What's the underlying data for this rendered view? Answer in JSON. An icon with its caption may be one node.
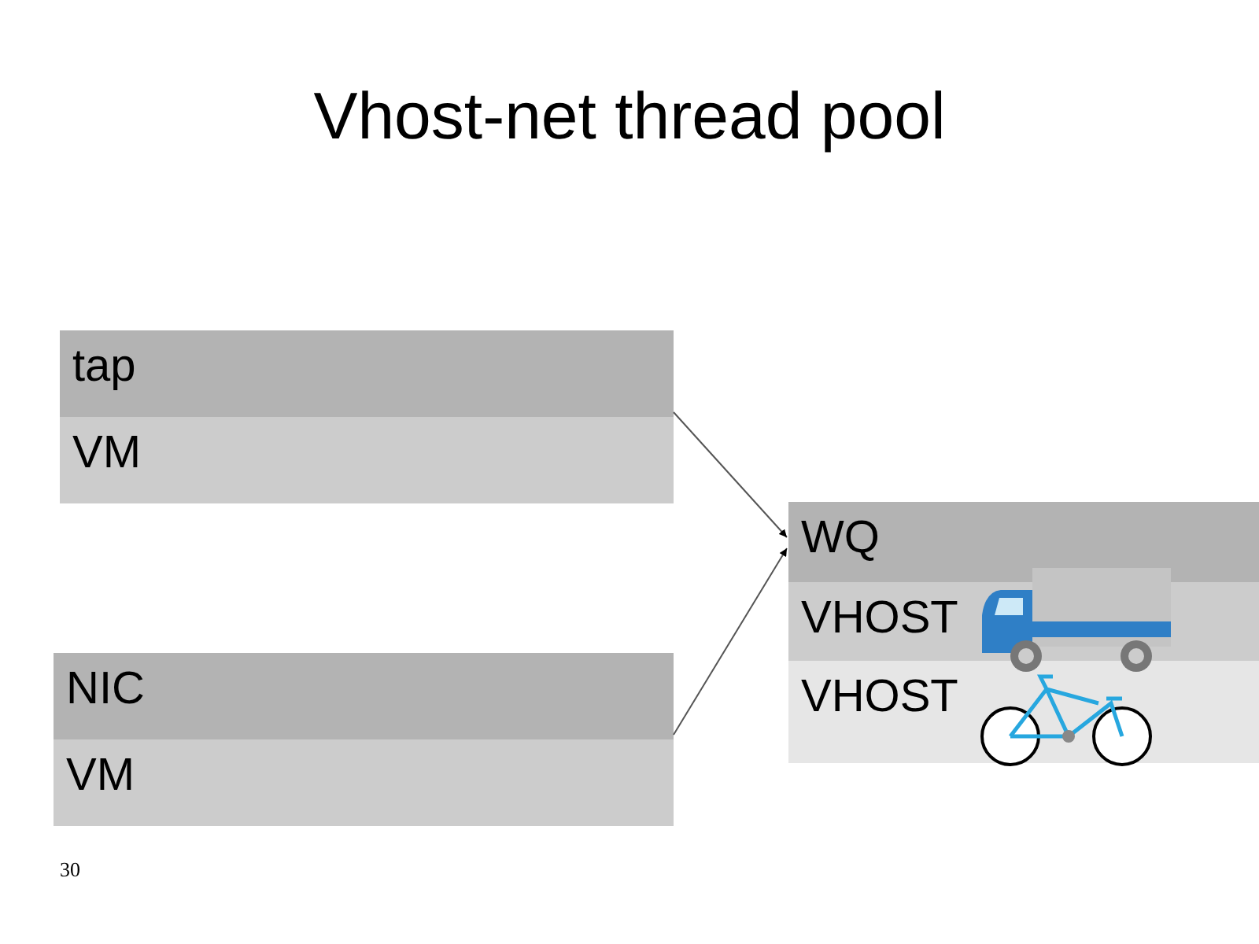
{
  "diagram": {
    "title": "Vhost-net thread pool",
    "nodes": [
      {
        "text": [
          "tap"
        ]
      },
      {
        "text": [
          "VM"
        ]
      },
      {
        "text": [
          "NIC"
        ]
      },
      {
        "text": [
          "VM"
        ]
      },
      {
        "text": [
          "WQ"
        ]
      },
      {
        "text": [
          "VHOST"
        ]
      },
      {
        "text": [
          "VHOST"
        ]
      }
    ],
    "edges": [
      {
        "from": 0,
        "to": 4,
        "arrow": "to"
      },
      {
        "from": 2,
        "to": 4,
        "arrow": "to"
      }
    ],
    "labels": [
      "30"
    ]
  }
}
